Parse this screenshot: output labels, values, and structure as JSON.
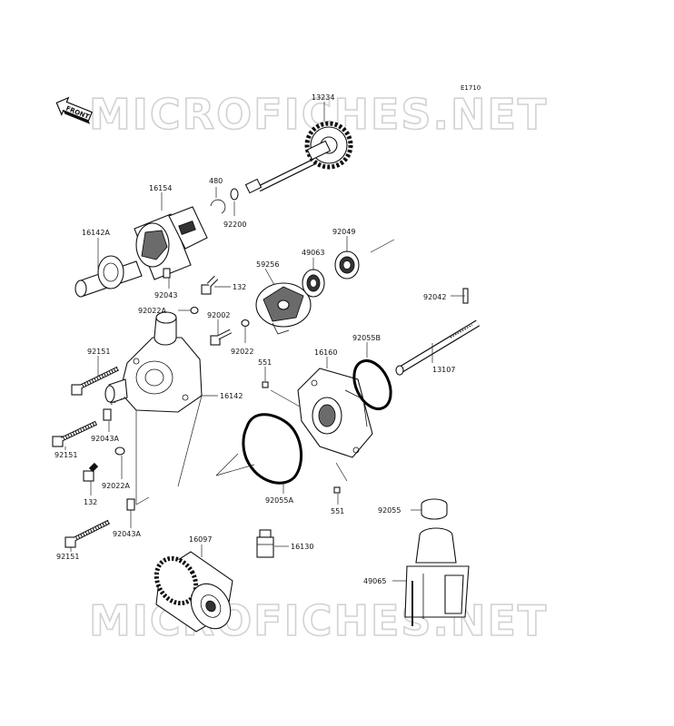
{
  "diagram_code": "E1710",
  "watermark_text": "MICROFICHES.NET",
  "front_arrow_text": "FRONT",
  "labels": {
    "p13234": "13234",
    "p480": "480",
    "p92200": "92200",
    "p16154": "16154",
    "p16142A": "16142A",
    "p92043": "92043",
    "p132_top": "132",
    "p59256": "59256",
    "p49063": "49063",
    "p92049": "92049",
    "p92042": "92042",
    "p92022A_top": "92022A",
    "p92002": "92002",
    "p92022": "92022",
    "p551_top": "551",
    "p16160": "16160",
    "p92055B": "92055B",
    "p13107": "13107",
    "p92151_top": "92151",
    "p16142": "16142",
    "p92043A_top": "92043A",
    "p92151_mid": "92151",
    "p92022A_bot": "92022A",
    "p132_bot": "132",
    "p92055A": "92055A",
    "p551_bot": "551",
    "p92055": "92055",
    "p92043A_bot": "92043A",
    "p92151_bot": "92151",
    "p16097": "16097",
    "p16130": "16130",
    "p49065": "49065"
  }
}
